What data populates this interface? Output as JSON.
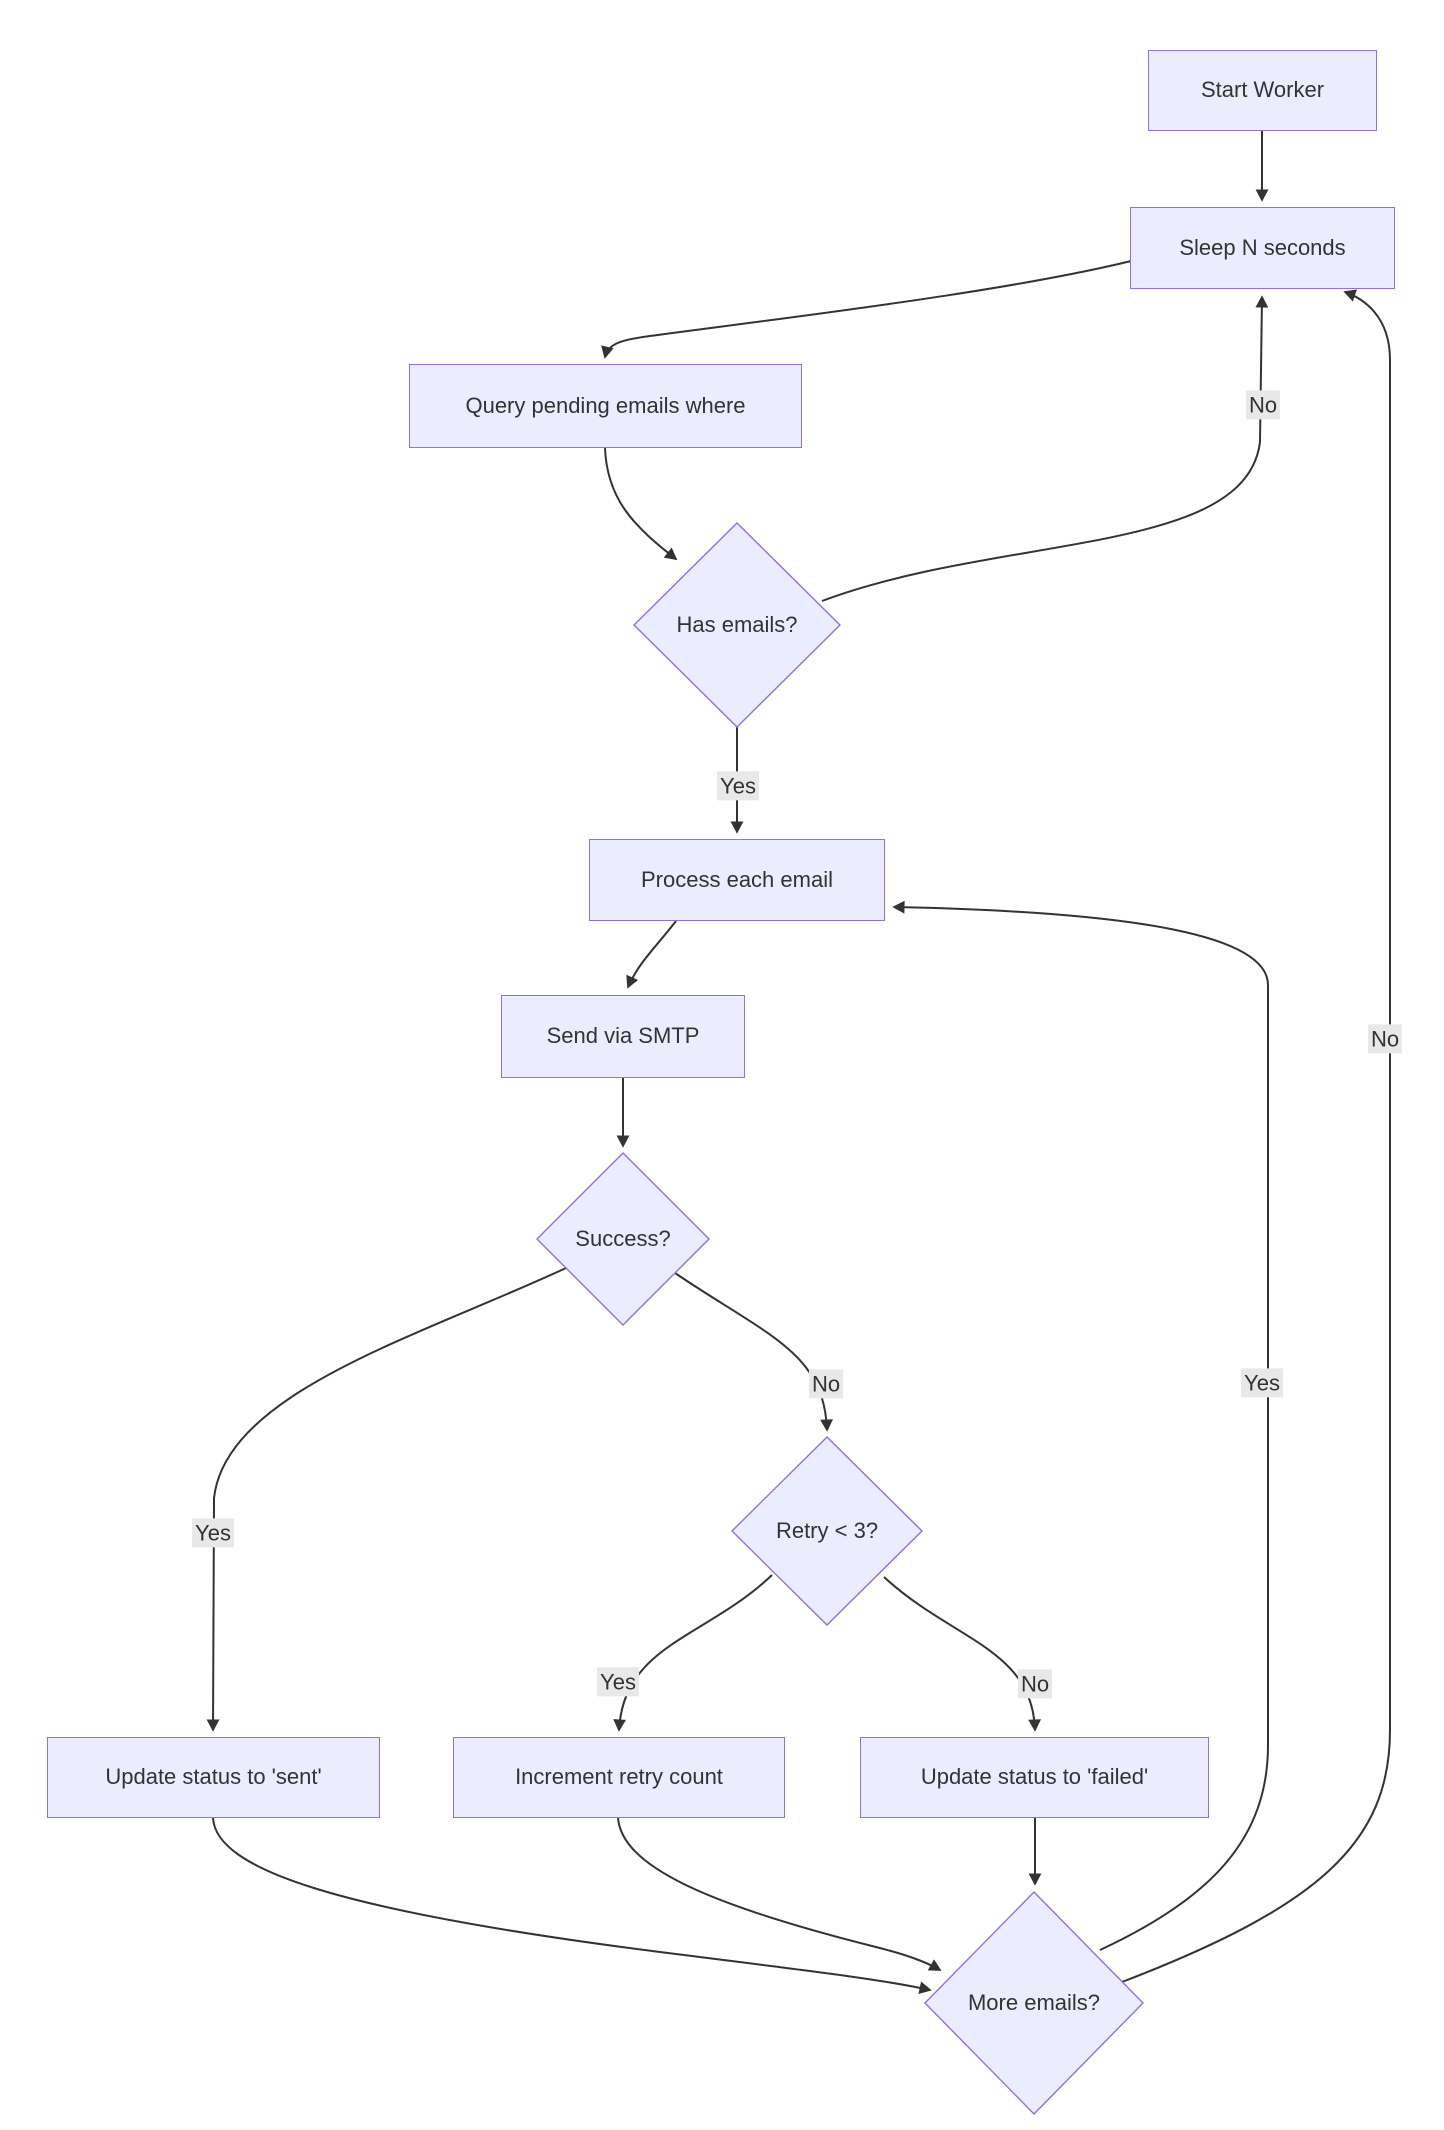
{
  "diagram": {
    "kind": "flowchart",
    "colors": {
      "node_fill": "#ECECFF",
      "node_border": "#9370DB",
      "edge_line": "#333333",
      "edge_label_background": "#e8e8e8",
      "text": "#333333",
      "background": "#ffffff"
    }
  },
  "nodes": {
    "start": {
      "label": "Start Worker"
    },
    "sleep": {
      "label": "Sleep N seconds"
    },
    "query": {
      "label": "Query pending emails where"
    },
    "has_emails": {
      "label": "Has emails?"
    },
    "process": {
      "label": "Process each email"
    },
    "send": {
      "label": "Send via SMTP"
    },
    "success": {
      "label": "Success?"
    },
    "retry": {
      "label": "Retry < 3?"
    },
    "sent": {
      "label": "Update status to 'sent'"
    },
    "increment": {
      "label": "Increment retry count"
    },
    "failed": {
      "label": "Update status to 'failed'"
    },
    "more": {
      "label": "More emails?"
    }
  },
  "edge_labels": {
    "has_yes": "Yes",
    "has_no": "No",
    "success_yes": "Yes",
    "success_no": "No",
    "retry_yes": "Yes",
    "retry_no": "No",
    "more_yes": "Yes",
    "more_no": "No"
  }
}
